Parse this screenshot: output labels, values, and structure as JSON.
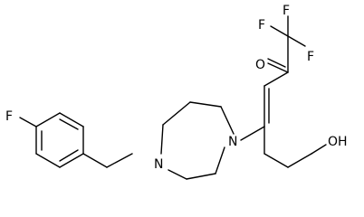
{
  "atoms": {
    "fluoro_aryl": "F",
    "trifluoro_f1": "F",
    "trifluoro_f2": "F",
    "trifluoro_f3": "F",
    "ketone_oxygen": "O",
    "amine_n1": "N",
    "amine_n2": "N",
    "hydroxyl": "OH"
  },
  "colors": {
    "bond": "#000000",
    "label": "#000000",
    "background": "#ffffff"
  }
}
